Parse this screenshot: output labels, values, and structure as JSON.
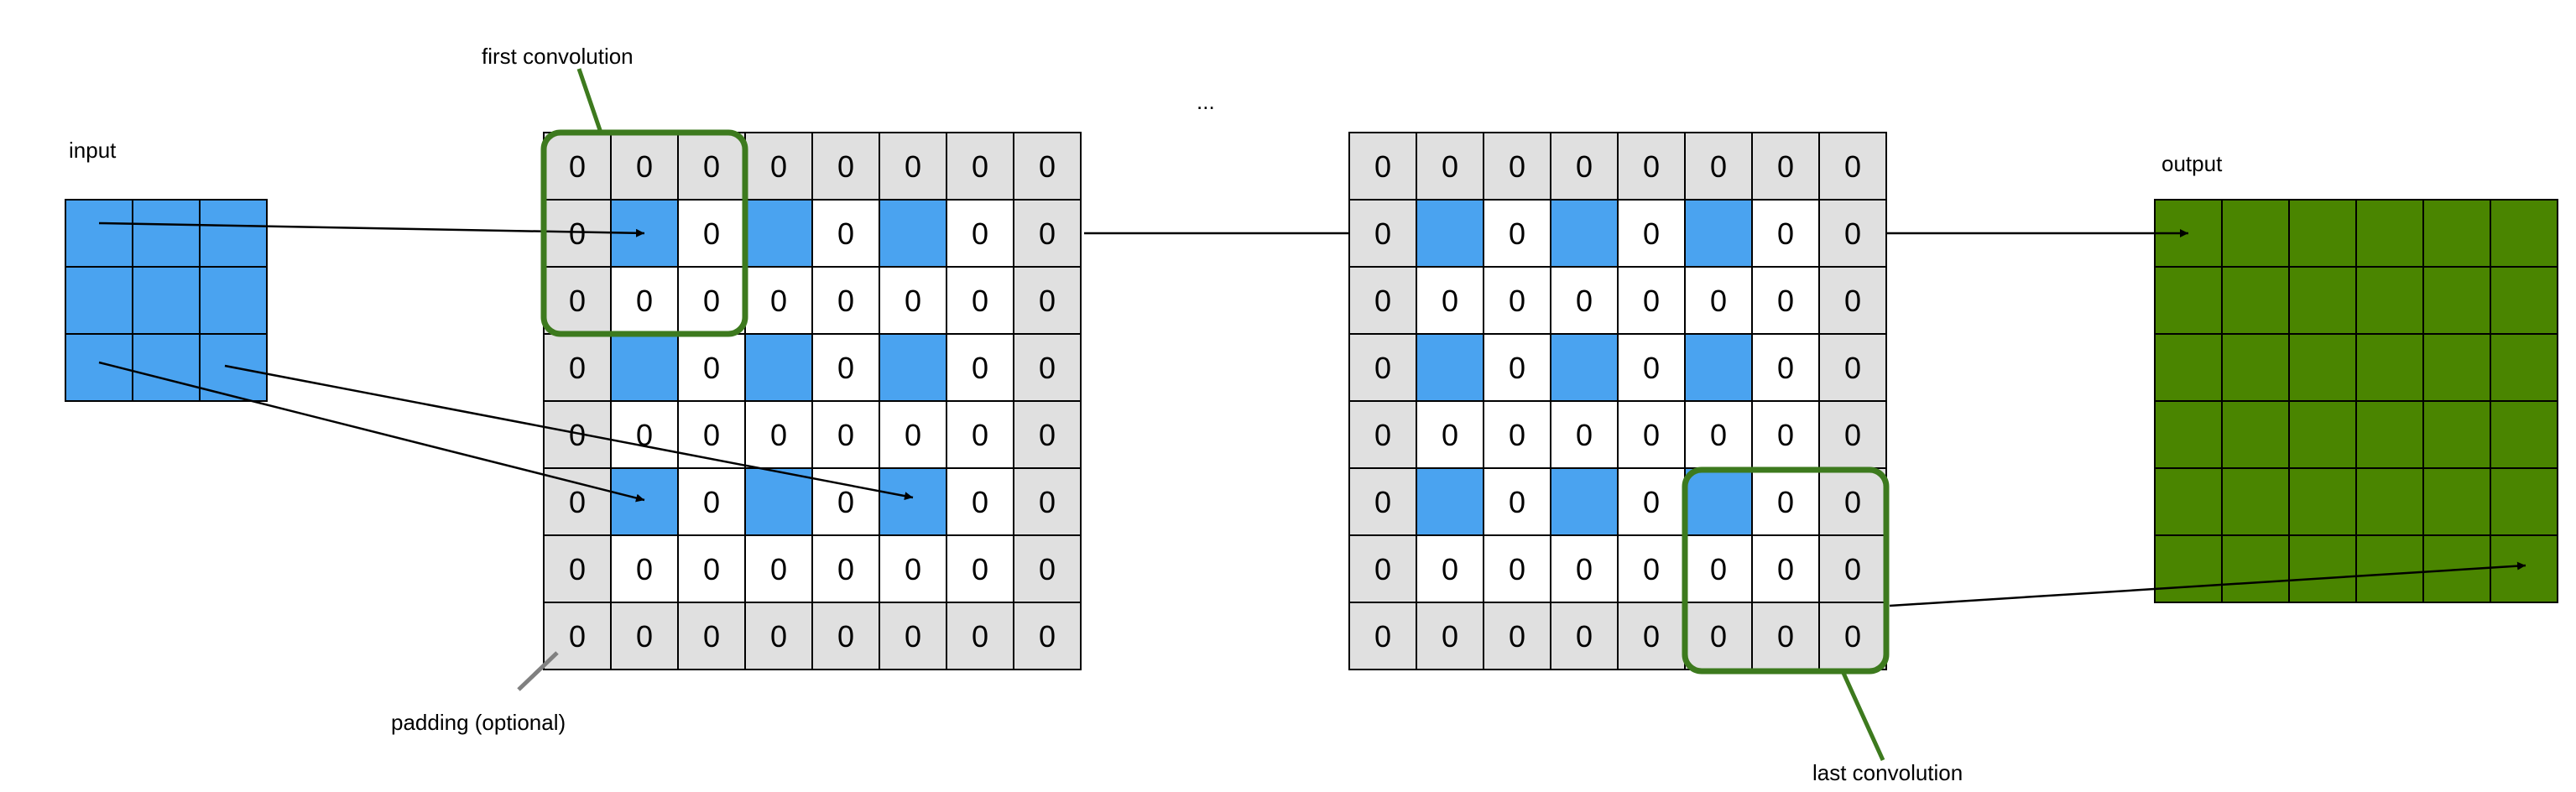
{
  "labels": {
    "input": "input",
    "output": "output",
    "first_convolution": "first convolution",
    "last_convolution": "last convolution",
    "padding": "padding (optional)",
    "ellipsis": "..."
  },
  "cell_zero": "0",
  "input_grid": {
    "rows": 3,
    "cols": 3
  },
  "output_grid": {
    "rows": 6,
    "cols": 6
  },
  "padded_grid": {
    "rows": 8,
    "cols": 8
  },
  "colors": {
    "input": "#4aa3f0",
    "output": "#4a8500",
    "padding": "#e0e0e0",
    "inserted_zero": "#ffffff",
    "highlight": "#3d7a1e",
    "line": "#000000",
    "leader_gray": "#808080"
  }
}
